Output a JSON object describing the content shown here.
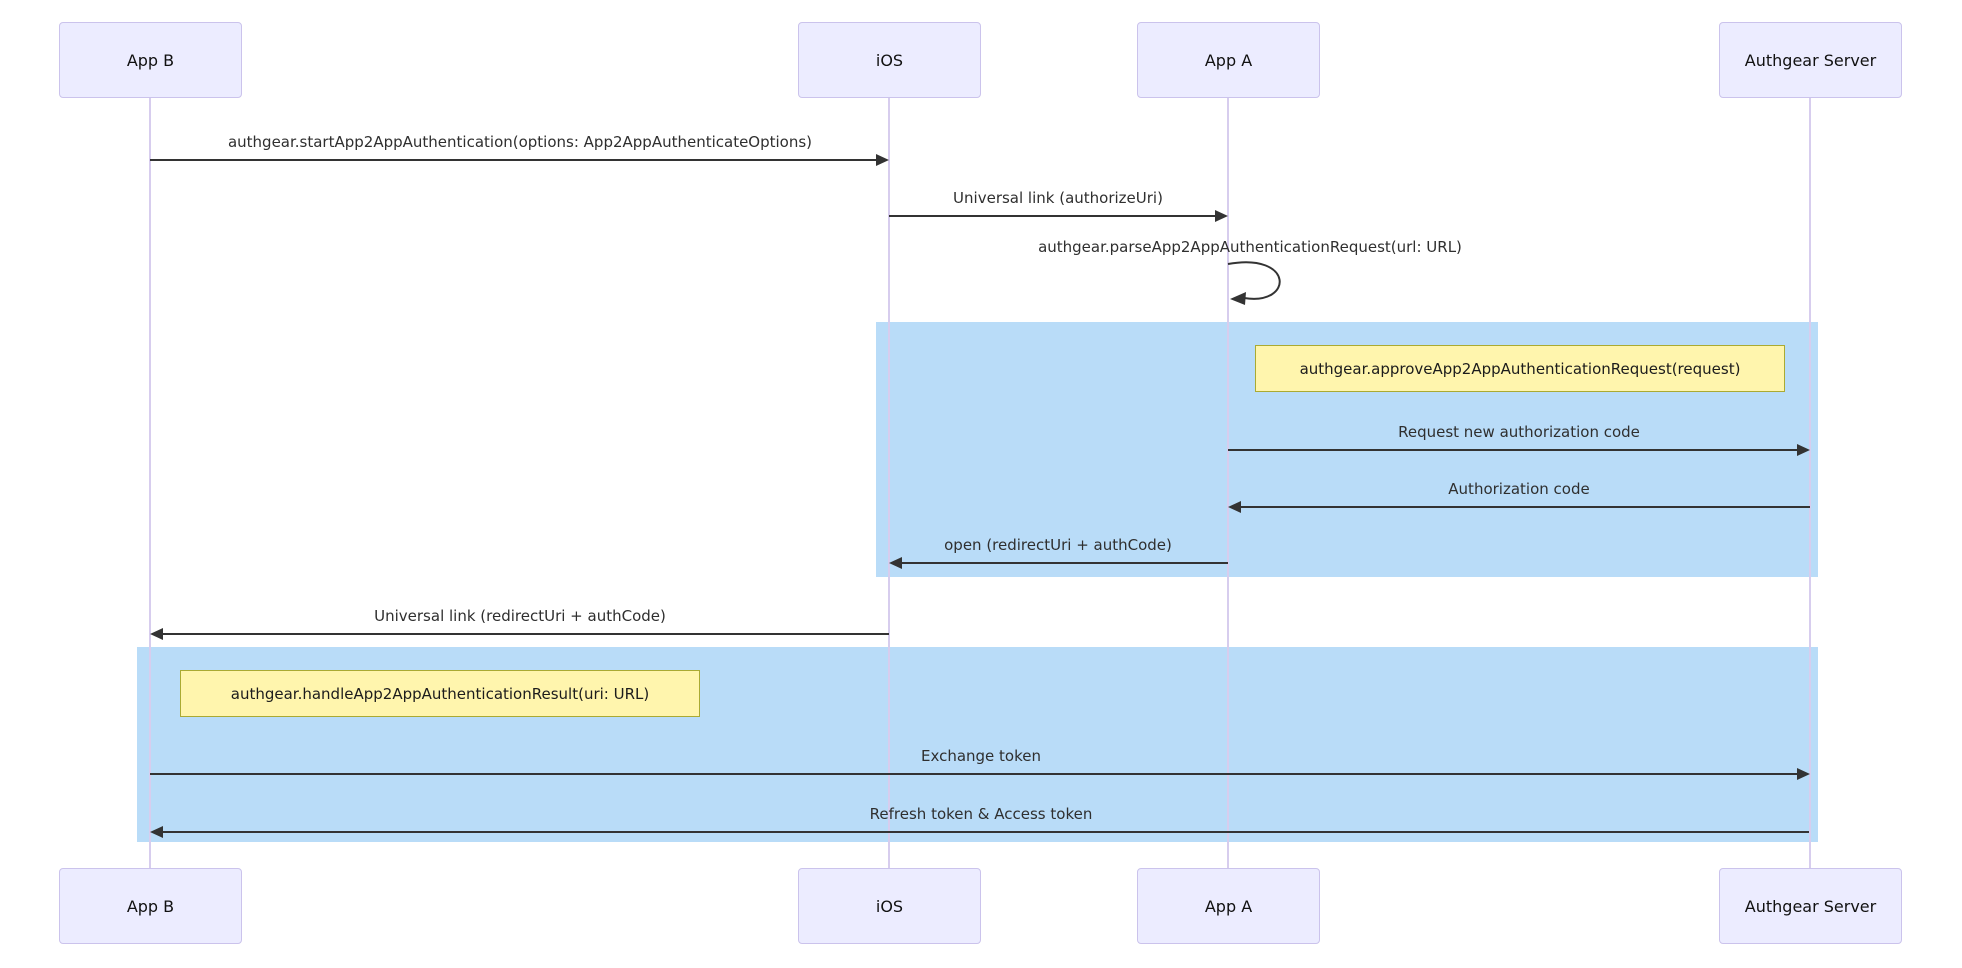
{
  "diagram_type": "sequence-diagram",
  "colors": {
    "actor-fill": "#ECECFF",
    "actor-border": "#cbc3ec",
    "lifeline": "#d7cdee",
    "highlight": "#b9dcf8",
    "note-fill": "#fff5ad",
    "note-border": "#aaaa33",
    "line": "#333333",
    "text": "#2f2f2f"
  },
  "participants": [
    {
      "label": "App B"
    },
    {
      "label": "iOS"
    },
    {
      "label": "App A"
    },
    {
      "label": "Authgear Server"
    }
  ],
  "messages": [
    {
      "from": "App B",
      "to": "iOS",
      "direction": "right",
      "label": "authgear.startApp2AppAuthentication(options: App2AppAuthenticateOptions)"
    },
    {
      "from": "iOS",
      "to": "App A",
      "direction": "right",
      "label": "Universal link (authorizeUri)"
    },
    {
      "from": "App A",
      "to": "App A",
      "direction": "self",
      "label": "authgear.parseApp2AppAuthenticationRequest(url: URL)"
    },
    {
      "from": "App A",
      "to": "Authgear Server",
      "direction": "right",
      "label": "Request new authorization code"
    },
    {
      "from": "Authgear Server",
      "to": "App A",
      "direction": "left",
      "label": "Authorization code"
    },
    {
      "from": "App A",
      "to": "iOS",
      "direction": "left",
      "label": "open (redirectUri + authCode)"
    },
    {
      "from": "iOS",
      "to": "App B",
      "direction": "left",
      "label": "Universal link (redirectUri + authCode)"
    },
    {
      "from": "App B",
      "to": "Authgear Server",
      "direction": "right",
      "label": "Exchange token"
    },
    {
      "from": "Authgear Server",
      "to": "App B",
      "direction": "left",
      "label": "Refresh token & Access token"
    }
  ],
  "notes": [
    {
      "over": "App A, Authgear Server",
      "label": "authgear.approveApp2AppAuthenticationRequest(request)"
    },
    {
      "over": "App B",
      "label": "authgear.handleApp2AppAuthenticationResult(uri: URL)"
    }
  ]
}
